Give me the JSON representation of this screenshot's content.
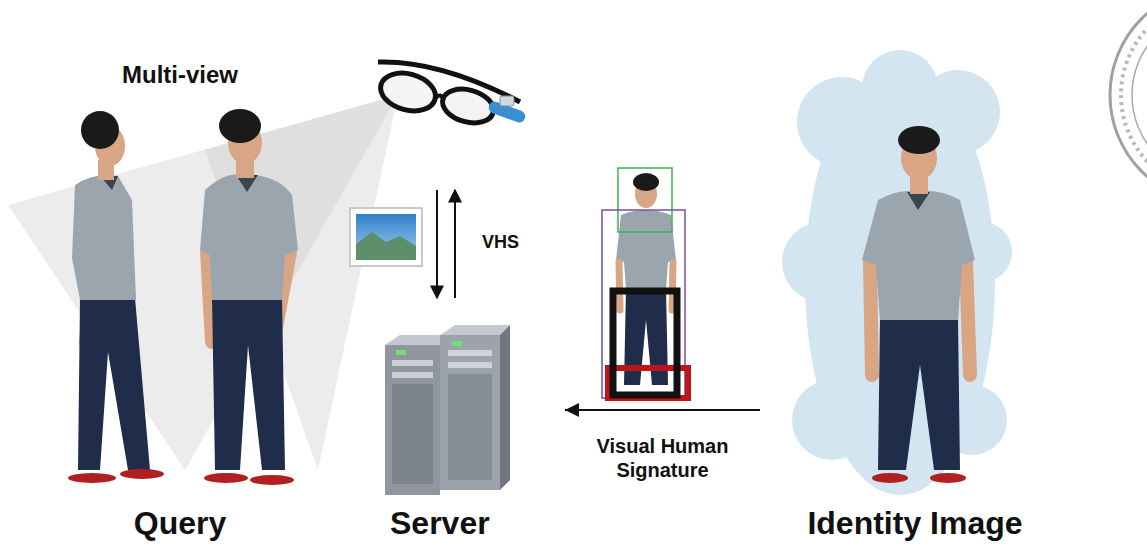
{
  "diagram": {
    "nodes": [
      {
        "text": [
          "Multi-view",
          "Query"
        ]
      },
      {
        "text": [
          "Server"
        ]
      },
      {
        "text": [
          "Identity Image"
        ]
      }
    ],
    "edges": [
      {
        "from": 2,
        "to": 1,
        "arrow": "to",
        "label": "Visual Human Signature"
      }
    ],
    "labels": [
      "VHS"
    ]
  }
}
